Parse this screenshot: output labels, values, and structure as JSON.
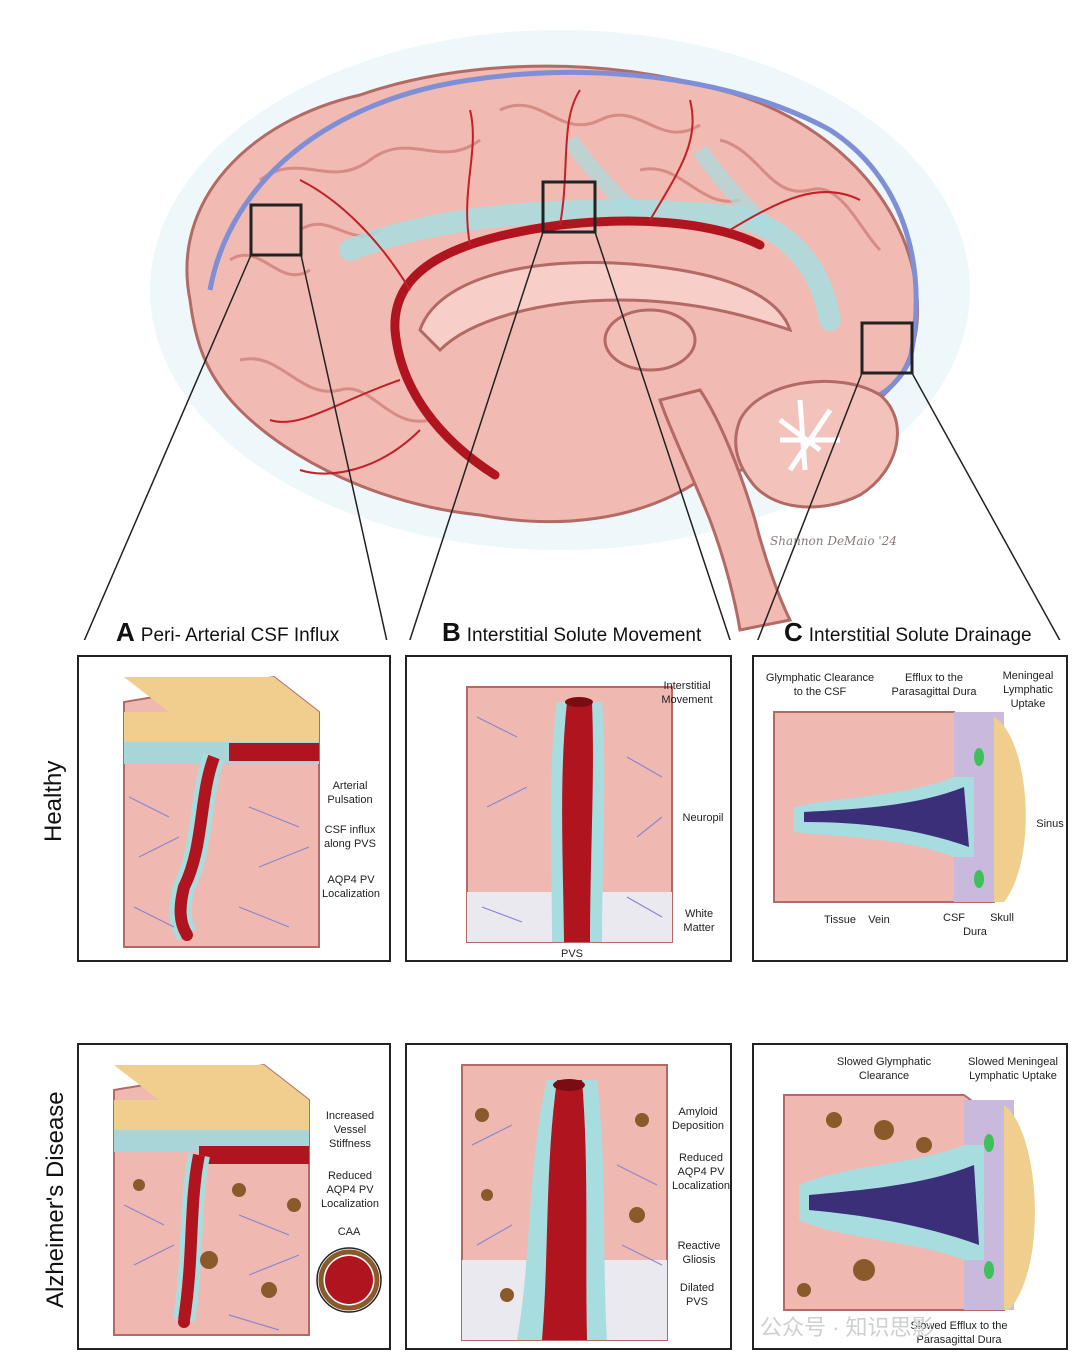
{
  "colors": {
    "brain": "#f0b8b0",
    "brain_dark": "#cf7f78",
    "artery": "#b0151f",
    "csf": "#a8dde0",
    "vein": "#3b2f7a",
    "bone": "#f0cf8e",
    "dura": "#c9b9dc",
    "astrocyte": "#7d78c8",
    "amyloid": "#8a5a2b",
    "lymph": "#3fc05a"
  },
  "signature": "Shannon DeMaio '24",
  "panels": {
    "a": {
      "letter": "A",
      "title": "Peri- Arterial CSF Influx"
    },
    "b": {
      "letter": "B",
      "title": "Interstitial Solute Movement"
    },
    "c": {
      "letter": "C",
      "title": "Interstitial Solute Drainage"
    }
  },
  "rows": {
    "healthy": "Healthy",
    "ad": "Alzheimer's Disease"
  },
  "labels": {
    "healthy_a": [
      "Arterial Pulsation",
      "CSF influx along PVS",
      "AQP4 PV Localization"
    ],
    "healthy_b": [
      "Interstitial Movement",
      "Neuropil",
      "White Matter",
      "PVS"
    ],
    "healthy_c": [
      "Glymphatic Clearance to the CSF",
      "Efflux to the Parasagittal Dura",
      "Meningeal Lymphatic Uptake",
      "Sinus",
      "Tissue",
      "Vein",
      "CSF",
      "Dura",
      "Skull"
    ],
    "ad_a": [
      "Increased Vessel Stiffness",
      "Reduced AQP4 PV Localization",
      "CAA"
    ],
    "ad_b": [
      "Amyloid Deposition",
      "Reduced AQP4 PV Localization",
      "Reactive Gliosis",
      "Dilated PVS"
    ],
    "ad_c": [
      "Slowed Glymphatic Clearance",
      "Slowed Meningeal Lymphatic Uptake",
      "Slowed Efflux to the Parasagittal Dura"
    ]
  },
  "watermark": "公众号 · 知识思影"
}
